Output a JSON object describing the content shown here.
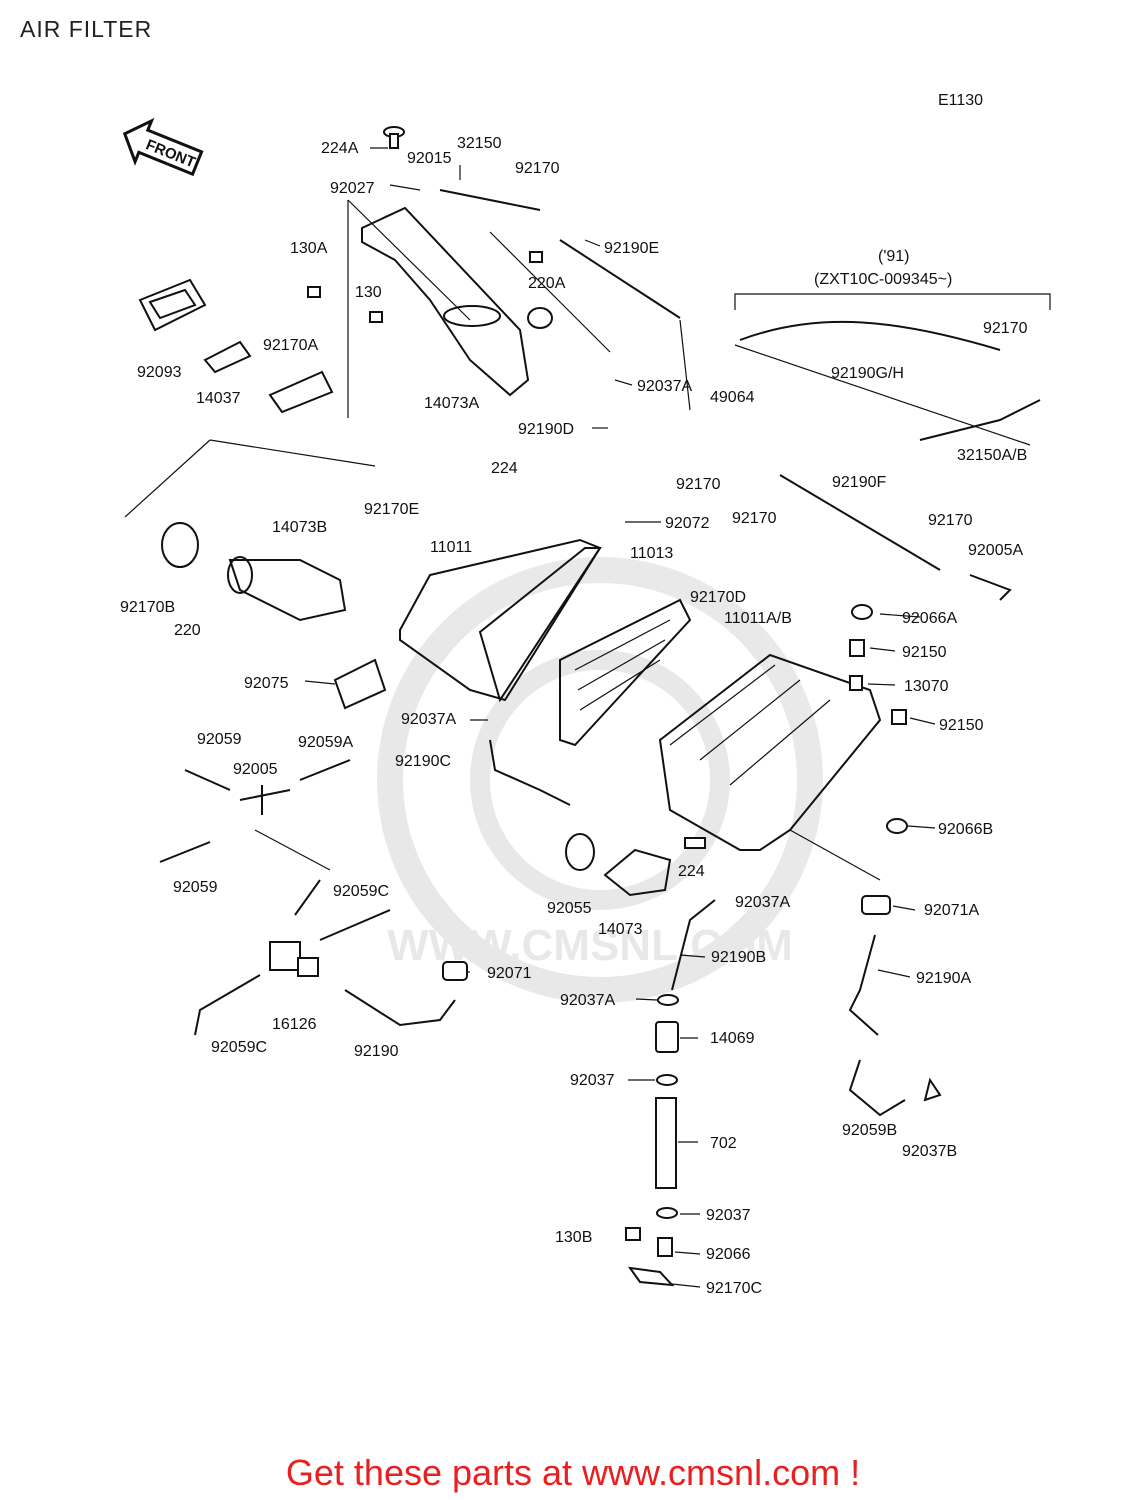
{
  "title": "AIR FILTER",
  "code": "E1130",
  "front_label": "FRONT",
  "variant_note": {
    "year": "('91)",
    "range": "(ZXT10C-009345~)"
  },
  "watermark": "WWW.CMSNL.COM",
  "footer": "Get these parts at www.cmsnl.com !",
  "accent_color": "#e8201f",
  "part_labels": [
    "224A",
    "92015",
    "32150",
    "92170",
    "92027",
    "92190E",
    "130A",
    "220A",
    "130",
    "92093",
    "92170A",
    "14037",
    "14073A",
    "92037A",
    "49064",
    "92190D",
    "92170",
    "92170",
    "92190F",
    "224",
    "92072",
    "92170E",
    "14073B",
    "11011",
    "11013",
    "92170",
    "92005A",
    "92170B",
    "220",
    "92170D",
    "11011A/B",
    "92066A",
    "92150",
    "92075",
    "13070",
    "92150",
    "92037A",
    "92059",
    "92059A",
    "92005",
    "92190C",
    "92066B",
    "92059",
    "224",
    "92055",
    "14073",
    "92037A",
    "92059C",
    "92071A",
    "92071",
    "92190B",
    "92190A",
    "16126",
    "92059C",
    "92190",
    "92037A",
    "14069",
    "92037",
    "92059B",
    "92037B",
    "702",
    "92037",
    "130B",
    "92066",
    "92170C",
    "92170",
    "92190G/H",
    "32150A/B"
  ]
}
